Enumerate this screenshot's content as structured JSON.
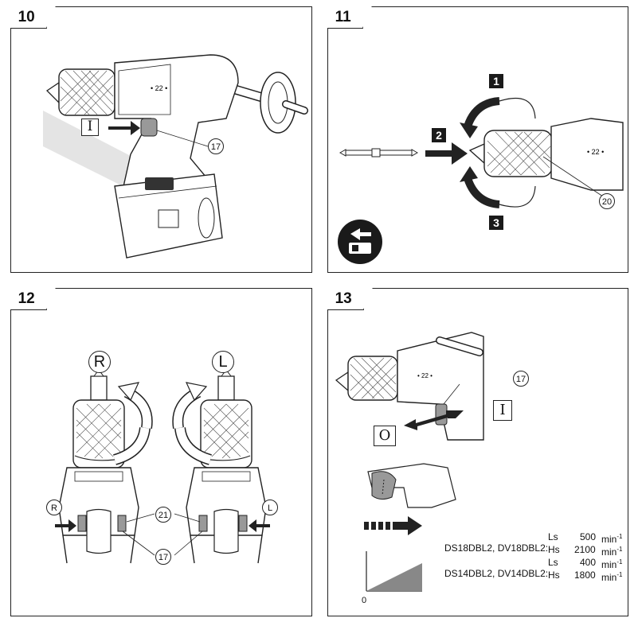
{
  "panels": {
    "p10": {
      "number": "10",
      "switch_label": "I",
      "callout_17": "17"
    },
    "p11": {
      "number": "11",
      "step1": "1",
      "step2": "2",
      "step3": "3",
      "callout_20": "20"
    },
    "p12": {
      "number": "12",
      "rotation_right": "R",
      "rotation_left": "L",
      "indicator_r": "R",
      "indicator_l": "L",
      "callout_21": "21",
      "callout_17": "17"
    },
    "p13": {
      "number": "13",
      "callout_17": "17",
      "switch_on": "I",
      "switch_off": "O",
      "graph_origin": "0",
      "specs": [
        {
          "models": "DS18DBL2, DV18DBL2:",
          "mode": "Ls",
          "value": "500",
          "unit": "min",
          "exp": "-1"
        },
        {
          "models": "",
          "mode": "Hs",
          "value": "2100",
          "unit": "min",
          "exp": "-1"
        },
        {
          "models": "DS14DBL2, DV14DBL2:",
          "mode": "Ls",
          "value": "400",
          "unit": "min",
          "exp": "-1"
        },
        {
          "models": "",
          "mode": "Hs",
          "value": "1800",
          "unit": "min",
          "exp": "-1"
        }
      ]
    }
  }
}
